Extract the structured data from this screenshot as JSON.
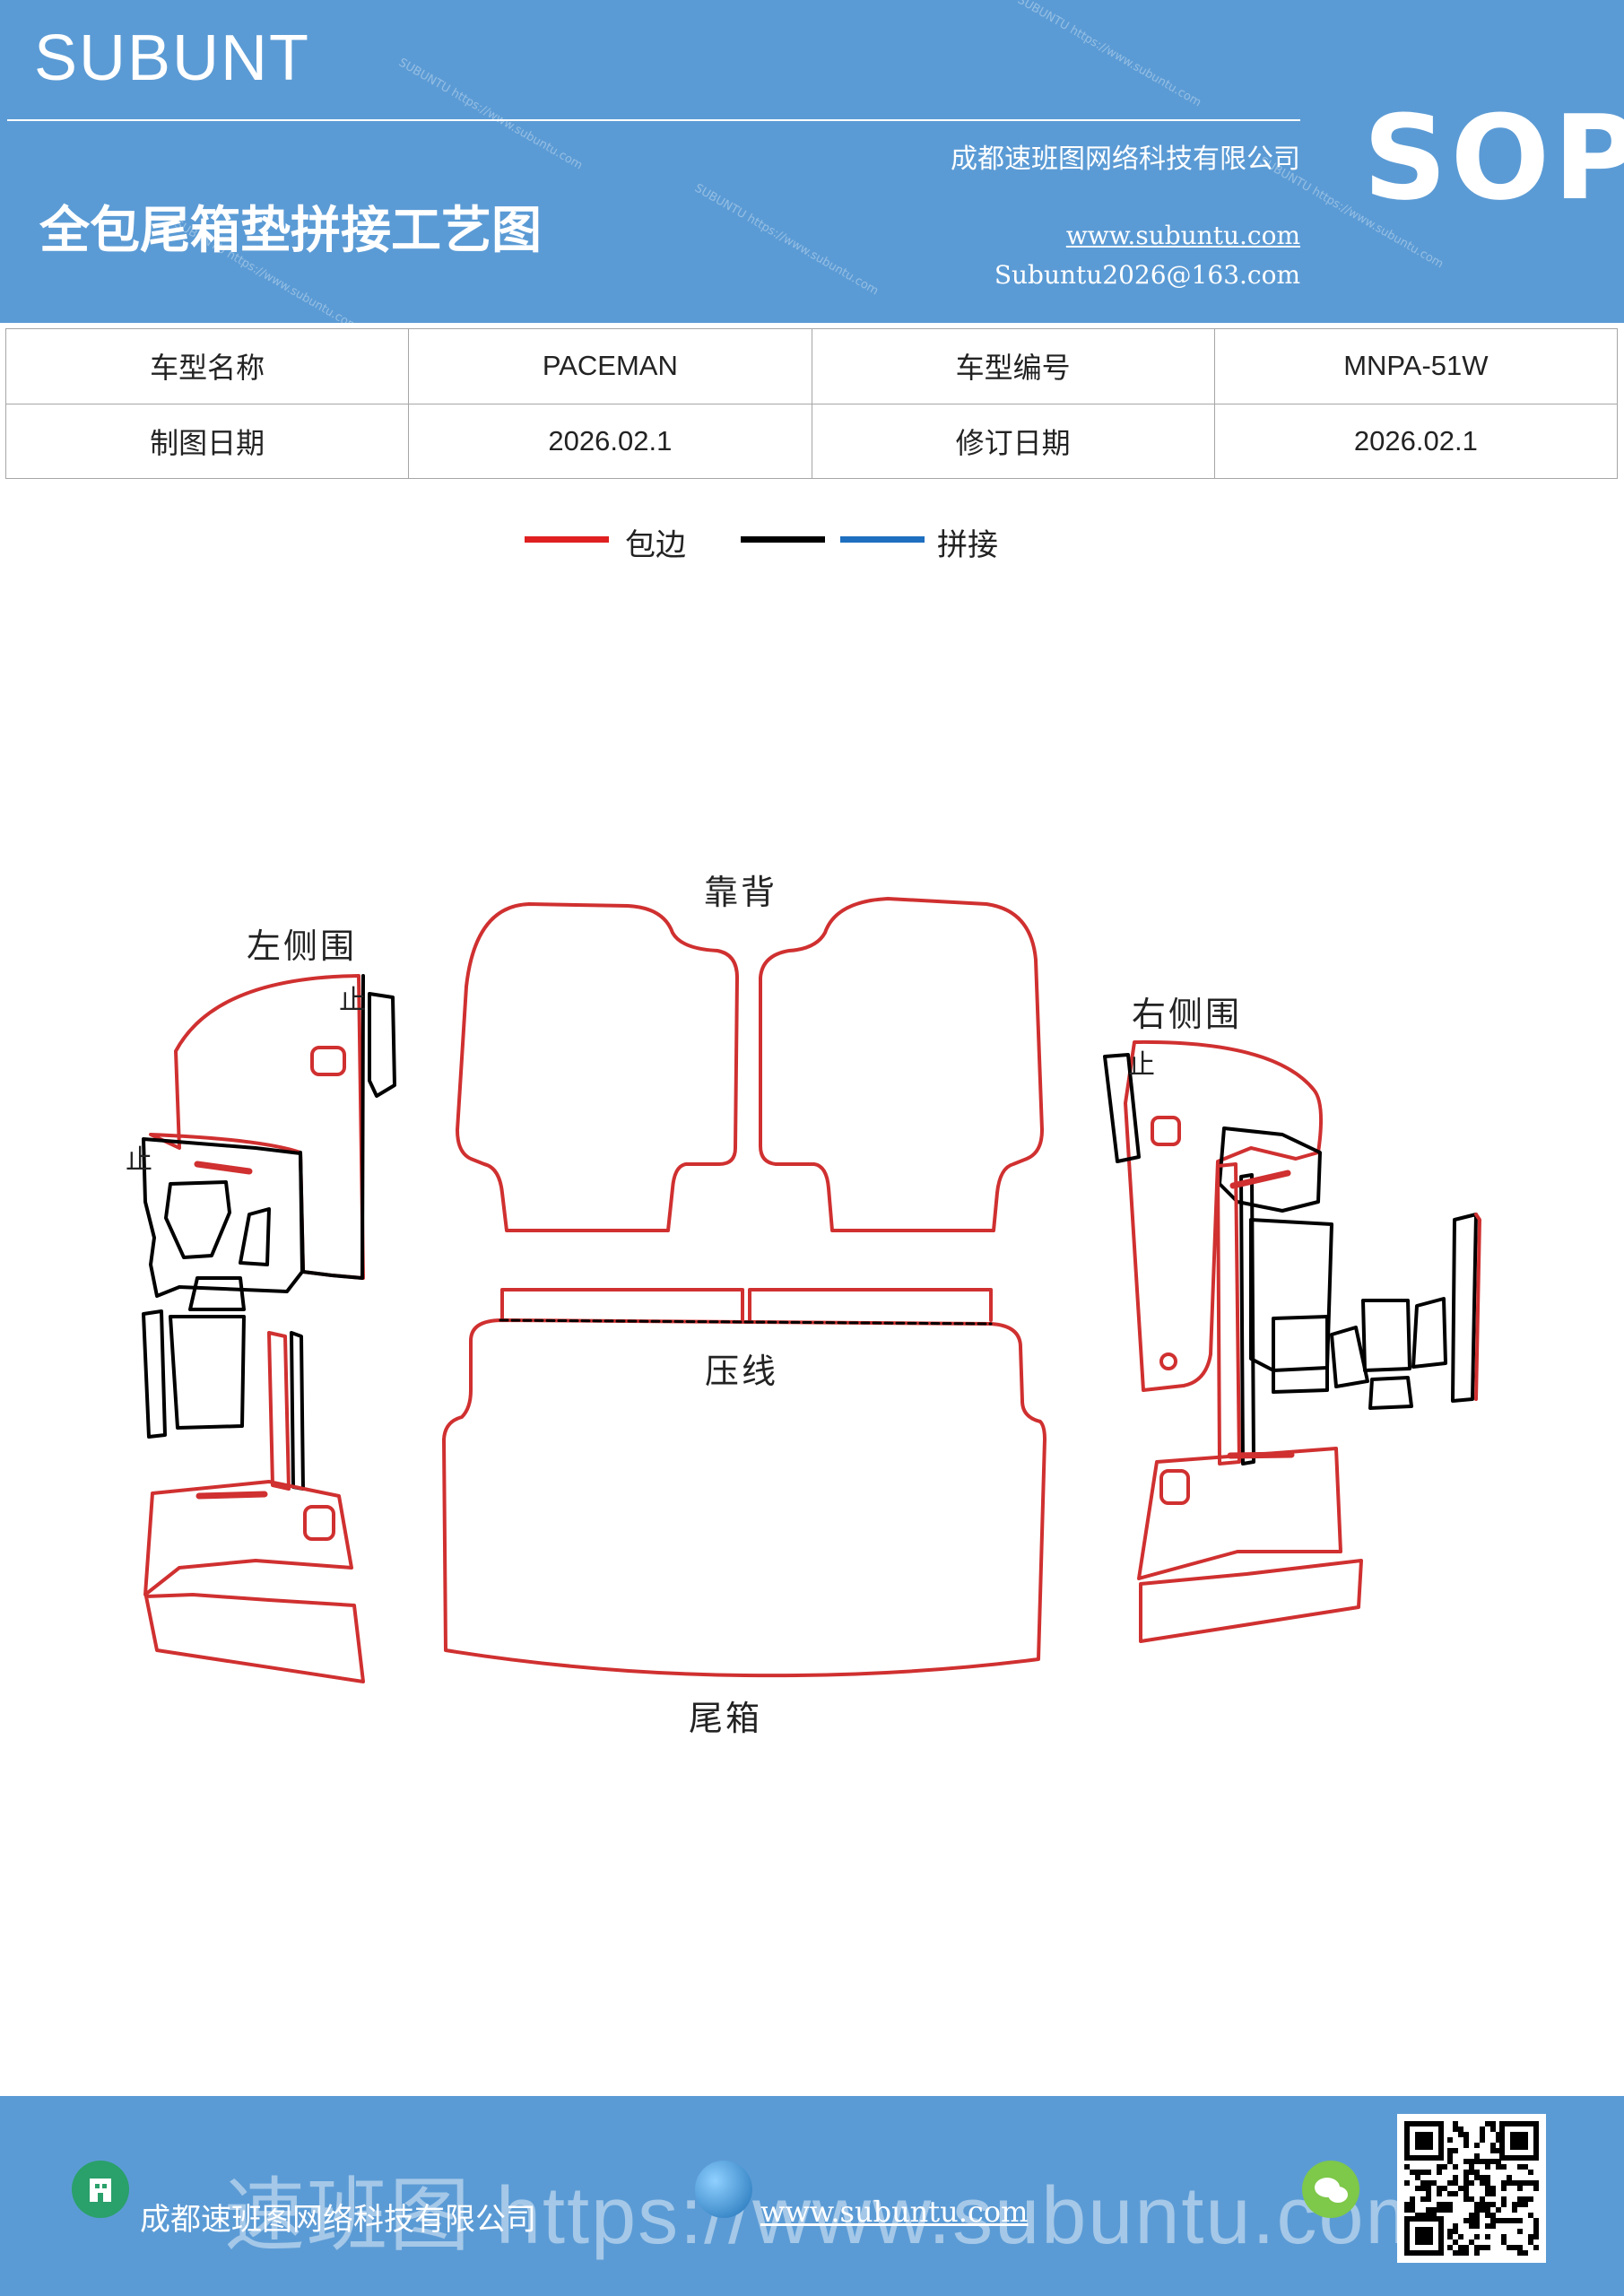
{
  "header": {
    "brand": "SUBUNT",
    "title": "全包尾箱垫拼接工艺图",
    "company": "成都速班图网络科技有限公司",
    "website": "www.subuntu.com",
    "email": "Subuntu2026@163.com",
    "sop": "SOP"
  },
  "info_table": {
    "rows": [
      [
        "车型名称",
        "PACEMAN",
        "车型编号",
        "MNPA-51W"
      ],
      [
        "制图日期",
        "2026.02.1",
        "修订日期",
        "2026.02.1"
      ]
    ]
  },
  "legend": {
    "items": [
      {
        "color": "#e02020",
        "label": "包边"
      },
      {
        "color": "#000000",
        "label": ""
      },
      {
        "color": "#1f6fc0",
        "label": "拼接"
      }
    ]
  },
  "diagram": {
    "labels": {
      "backrest": "靠背",
      "left_side": "左侧围",
      "right_side": "右侧围",
      "crease": "压线",
      "trunk": "尾箱",
      "stop_a": "止",
      "stop_b": "止",
      "stop_c": "止"
    },
    "colors": {
      "edge": "#d03030",
      "seam": "#000000"
    }
  },
  "footer": {
    "company": "成都速班图网络科技有限公司",
    "website": "www.subuntu.com",
    "overlay_text": "速班图 https://www.subuntu.com",
    "icons": [
      "building-icon",
      "globe-icon",
      "wechat-icon"
    ]
  }
}
